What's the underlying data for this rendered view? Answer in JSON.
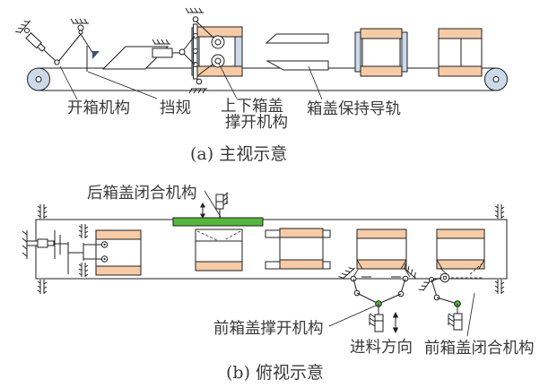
{
  "panel_a": {
    "caption": "(a) 主视示意",
    "labels": {
      "box_opening": "开箱机构",
      "stop_gauge": "挡规",
      "lid_spread_1": "上下箱盖",
      "lid_spread_2": "撑开机构",
      "lid_guide_rail": "箱盖保持导轨"
    }
  },
  "panel_b": {
    "caption": "(b) 俯视示意",
    "labels": {
      "rear_lid_close": "后箱盖闭合机构",
      "front_lid_spread": "前箱盖撑开机构",
      "feed_direction": "进料方向",
      "front_lid_close": "前箱盖闭合机构"
    }
  },
  "colors": {
    "peach": "#f6cba6",
    "light_blue": "#ccd9e8",
    "green": "#53b73c",
    "navy": "#35507c",
    "line": "#1f1f1f",
    "text": "#3a3a3a"
  }
}
